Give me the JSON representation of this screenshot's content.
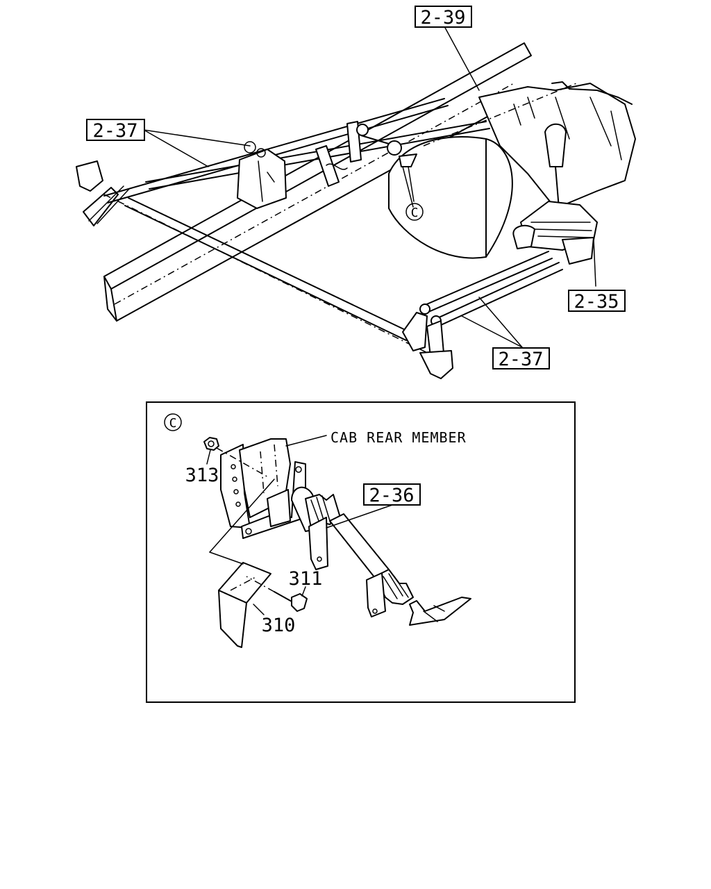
{
  "callouts": {
    "ref_2_39": "2-39",
    "ref_2_37_left": "2-37",
    "ref_2_37_right": "2-37",
    "ref_2_35": "2-35",
    "ref_2_36": "2-36",
    "detail_marker_main": "C",
    "detail_marker_inset": "C"
  },
  "parts": {
    "p313": "313",
    "p311": "311",
    "p310": "310"
  },
  "notes": {
    "cab_rear_member": "CAB REAR MEMBER"
  }
}
